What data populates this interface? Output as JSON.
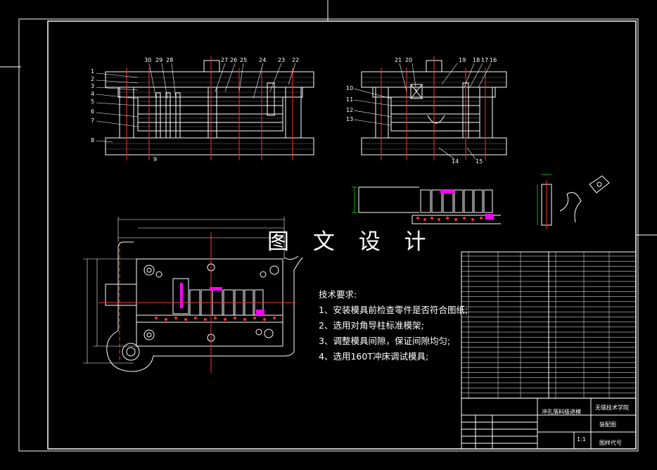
{
  "watermark": "图 文 设 计",
  "tech_requirements": {
    "title": "技术要求:",
    "items": [
      "1、安装模具前检查零件是否符合图纸;",
      "2、选用对角导柱标准模架;",
      "3、调整模具间隙，保证间隙均匀;",
      "4、选用160T冲床调试模具;"
    ]
  },
  "title_block": {
    "drawing_name": "冲孔落料级进模",
    "school": "无锡技术学院",
    "view_name": "装配图",
    "drawing_code": "图样代号",
    "scale": "1:1"
  },
  "part_labels_left": [
    "1",
    "2",
    "3",
    "4",
    "5",
    "6",
    "7",
    "8"
  ],
  "part_labels_top_left": [
    "30",
    "29",
    "28",
    "27",
    "26",
    "25",
    "24",
    "23",
    "22"
  ],
  "part_labels_top_right": [
    "21",
    "20",
    "19",
    "18",
    "17",
    "16"
  ],
  "part_labels_right": [
    "10",
    "11",
    "12",
    "13"
  ],
  "part_labels_bottom": [
    "9",
    "14",
    "15"
  ],
  "colors": {
    "line": "#ffffff",
    "centerline": "#ff3030",
    "accent": "#ff00ff",
    "background": "#000000"
  }
}
